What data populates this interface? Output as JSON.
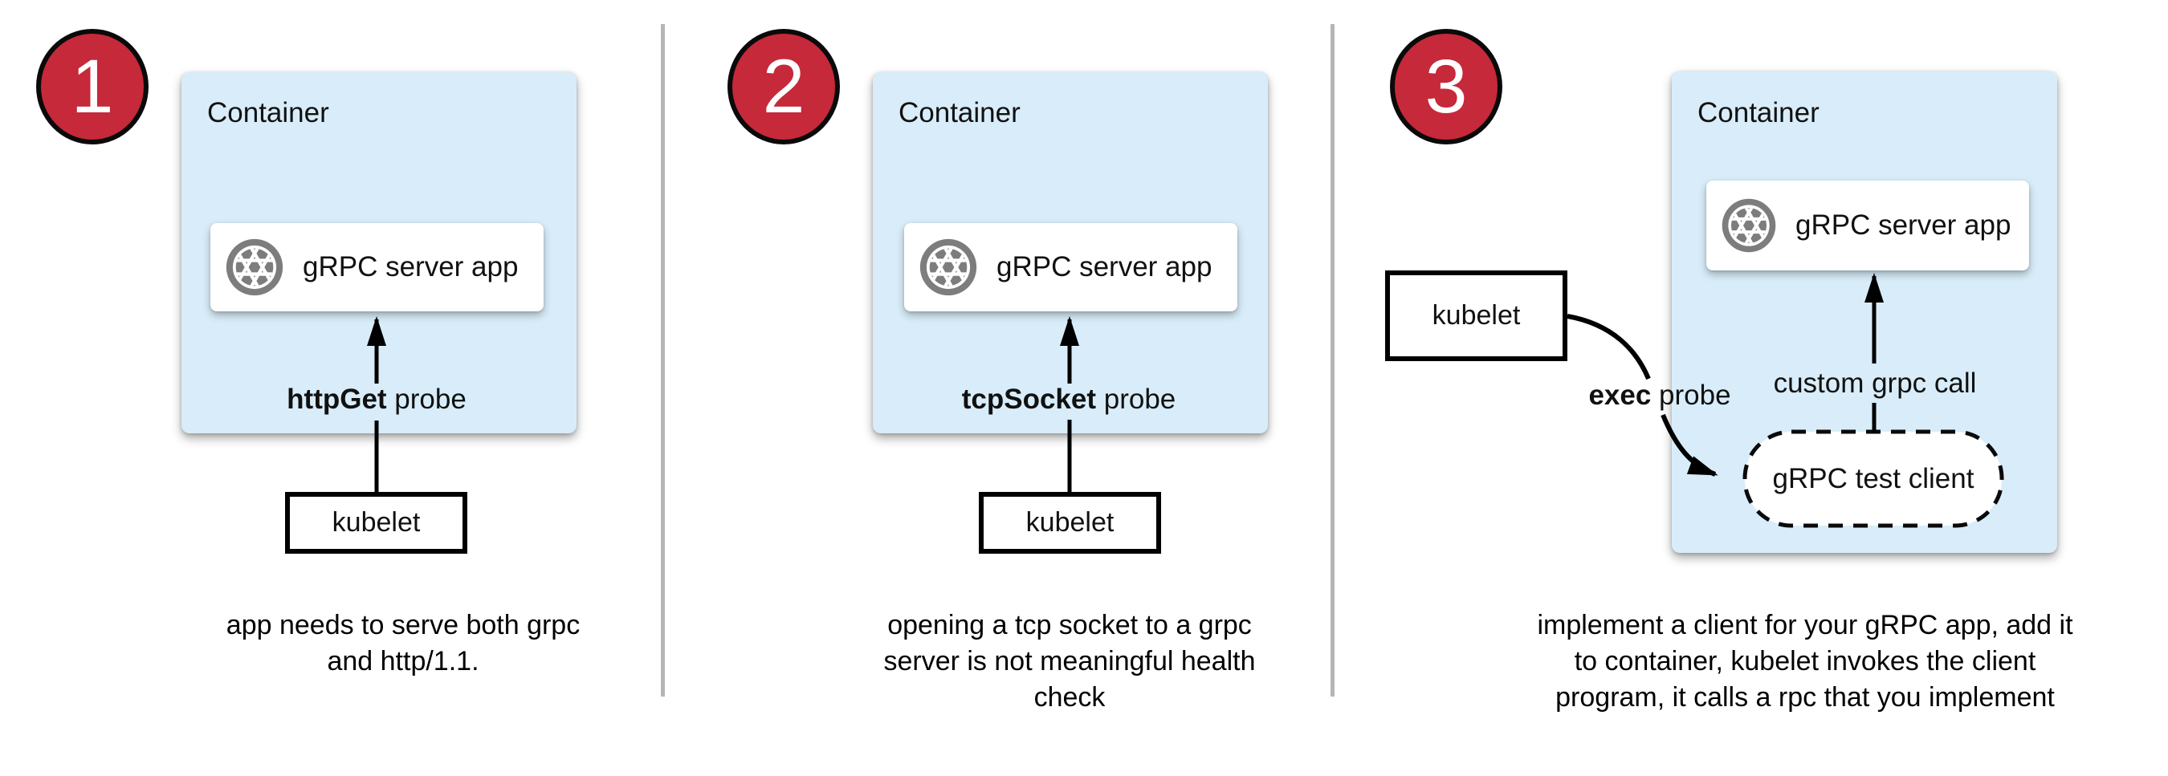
{
  "colors": {
    "container_fill": "#d8edf9",
    "badge_red": "#c5293a",
    "divider_gray": "#b5b5b5",
    "icon_gray": "#7d7d7d",
    "line_black": "#000000"
  },
  "panels": [
    {
      "badge": "1",
      "container_label": "Container",
      "app_label": "gRPC server app",
      "app_icon": "aperture-icon",
      "probe": {
        "bold": "httpGet",
        "rest": " probe"
      },
      "kubelet_label": "kubelet",
      "caption": "app needs to serve both grpc\nand http/1.1."
    },
    {
      "badge": "2",
      "container_label": "Container",
      "app_label": "gRPC server app",
      "app_icon": "aperture-icon",
      "probe": {
        "bold": "tcpSocket",
        "rest": " probe"
      },
      "kubelet_label": "kubelet",
      "caption": "opening a tcp socket to a grpc\nserver is not meaningful health\ncheck"
    },
    {
      "badge": "3",
      "container_label": "Container",
      "app_label": "gRPC server app",
      "app_icon": "aperture-icon",
      "probe": {
        "bold": "exec",
        "rest": " probe"
      },
      "kubelet_label": "kubelet",
      "custom_call_label": "custom grpc call",
      "test_client_label": "gRPC test client",
      "caption": "implement a client for your gRPC app, add it\nto container, kubelet invokes the client\nprogram, it calls a rpc that you implement"
    }
  ]
}
